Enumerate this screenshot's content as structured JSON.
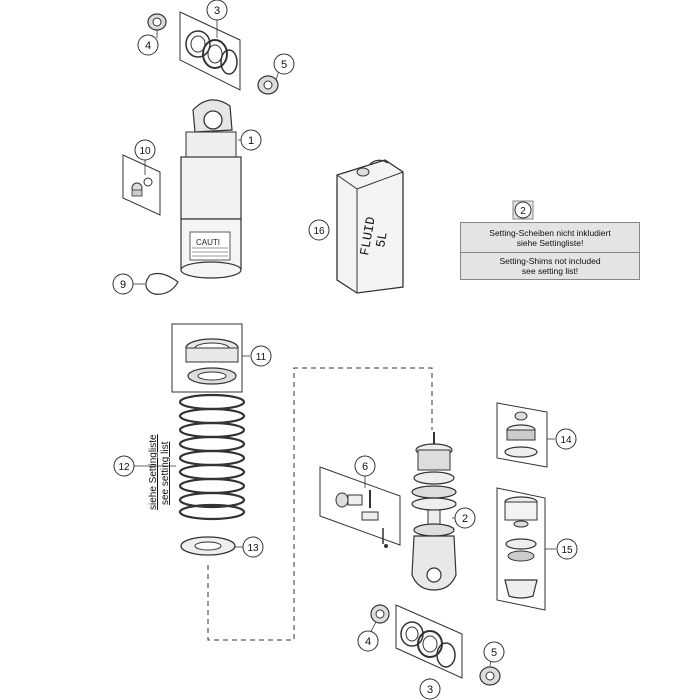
{
  "callouts": [
    {
      "id": "c4a",
      "label": "4"
    },
    {
      "id": "c3a",
      "label": "3"
    },
    {
      "id": "c5a",
      "label": "5"
    },
    {
      "id": "c1",
      "label": "1"
    },
    {
      "id": "c10",
      "label": "10"
    },
    {
      "id": "c16",
      "label": "16"
    },
    {
      "id": "c2a",
      "label": "2"
    },
    {
      "id": "c9",
      "label": "9"
    },
    {
      "id": "c11",
      "label": "11"
    },
    {
      "id": "c14",
      "label": "14"
    },
    {
      "id": "c6",
      "label": "6"
    },
    {
      "id": "c12",
      "label": "12"
    },
    {
      "id": "c2b",
      "label": "2"
    },
    {
      "id": "c15",
      "label": "15"
    },
    {
      "id": "c13",
      "label": "13"
    },
    {
      "id": "c4b",
      "label": "4"
    },
    {
      "id": "c5b",
      "label": "5"
    },
    {
      "id": "c3b",
      "label": "3"
    }
  ],
  "note_box": {
    "de_line1": "Setting-Scheiben nicht inkludiert",
    "de_line2": "siehe Settingliste!",
    "en_line1": "Setting-Shims not included",
    "en_line2": "see setting list!"
  },
  "fluid_can": {
    "line1": "FLUID",
    "line2": "5L"
  },
  "shock_label": {
    "text": "CAUTI"
  },
  "spring_label": {
    "line1": "siehe Settingliste",
    "line2": "see setting list"
  }
}
